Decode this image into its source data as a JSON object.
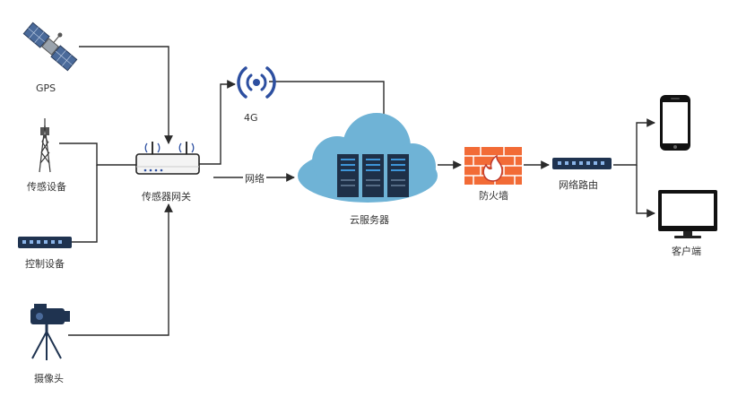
{
  "nodes": {
    "gps": "GPS",
    "sensor": "传感设备",
    "control": "控制设备",
    "camera": "摄像头",
    "gateway": "传感器网关",
    "fourg": "4G",
    "network": "网络",
    "cloud": "云服务器",
    "firewall": "防火墙",
    "router": "网络路由",
    "client": "客户端"
  },
  "colors": {
    "line": "#2b2b2b",
    "cloud": "#6fb3d6",
    "server": "#1e3048",
    "firewall": "#f26b36",
    "device": "#1f3350",
    "signal": "#2d4fa0"
  }
}
